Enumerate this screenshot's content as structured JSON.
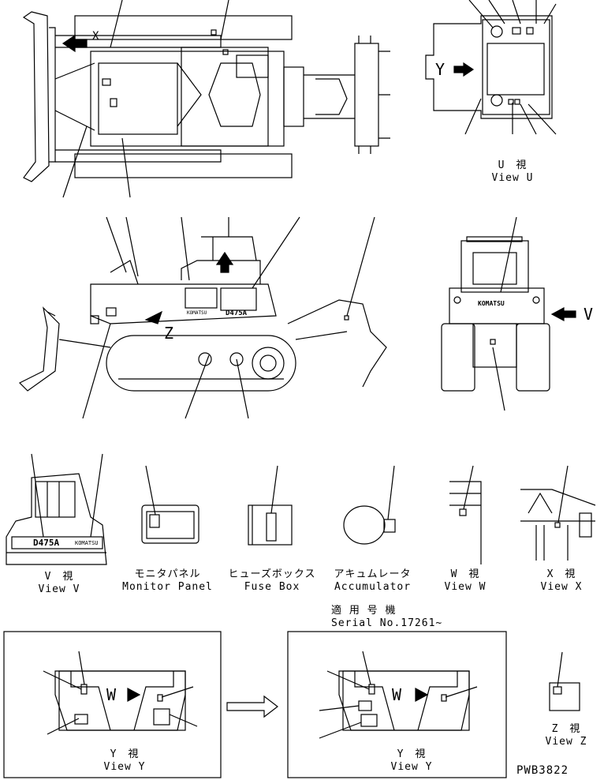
{
  "labels": {
    "view_u_jp": "U　視",
    "view_u_en": "View U",
    "view_v_jp": "V　視",
    "view_v_en": "View V",
    "monitor_jp": "モニタパネル",
    "monitor_en": "Monitor Panel",
    "fuse_jp": "ヒューズボックス",
    "fuse_en": "Fuse Box",
    "accum_jp": "アキュムレータ",
    "accum_en": "Accumulator",
    "view_w_jp": "W　視",
    "view_w_en": "View W",
    "view_x_jp": "X　視",
    "view_x_en": "View X",
    "serial_jp": "適 用 号 機",
    "serial_en": "Serial No.17261~",
    "view_y1_jp": "Y　視",
    "view_y1_en": "View Y",
    "view_y2_jp": "Y　視",
    "view_y2_en": "View Y",
    "view_z_jp": "Z　視",
    "view_z_en": "View Z",
    "drawing_no": "PWB3822"
  },
  "callouts": {
    "arrow_x": "X",
    "arrow_y": "Y",
    "arrow_z": "Z",
    "arrow_v": "V",
    "arrow_w1": "W",
    "arrow_w2": "W",
    "model_side": "D475A",
    "model_v": "D475A",
    "brand_rear": "KOMATSU",
    "brand_side": "KOMATSU",
    "brand_v": "KOMATSU"
  }
}
